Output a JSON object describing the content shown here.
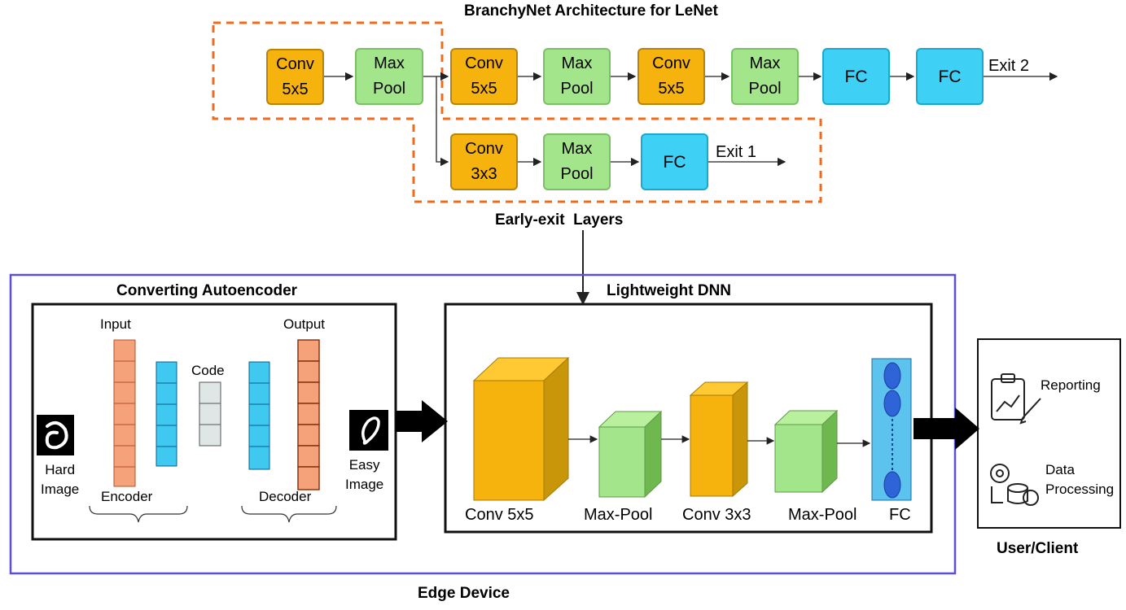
{
  "branchynet": {
    "title": "BranchyNet Architecture for LeNet",
    "main_path": [
      {
        "kind": "conv",
        "label": "Conv\n5x5"
      },
      {
        "kind": "pool",
        "label": "Max\nPool"
      },
      {
        "kind": "conv",
        "label": "Conv\n5x5"
      },
      {
        "kind": "pool",
        "label": "Max\nPool"
      },
      {
        "kind": "conv",
        "label": "Conv\n5x5"
      },
      {
        "kind": "pool",
        "label": "Max\nPool"
      },
      {
        "kind": "fc",
        "label": "FC"
      },
      {
        "kind": "fc",
        "label": "FC"
      }
    ],
    "exit2_label": "Exit 2",
    "branch_path": [
      {
        "kind": "conv",
        "label": "Conv\n3x3"
      },
      {
        "kind": "pool",
        "label": "Max\nPool"
      },
      {
        "kind": "fc",
        "label": "FC"
      }
    ],
    "exit1_label": "Exit 1",
    "early_exit_label": "Early-exit  Layers"
  },
  "edge_device": {
    "label": "Edge Device",
    "autoencoder": {
      "title": "Converting Autoencoder",
      "input_label": "Input",
      "output_label": "Output",
      "code_label": "Code",
      "encoder_label": "Encoder",
      "decoder_label": "Decoder",
      "hard_image_label": "Hard\nImage",
      "easy_image_label": "Easy\nImage"
    },
    "dnn": {
      "title": "Lightweight DNN",
      "layers": [
        "Conv 5x5",
        "Max-Pool",
        "Conv 3x3",
        "Max-Pool",
        "FC"
      ]
    }
  },
  "client": {
    "label": "User/Client",
    "items": [
      "Reporting",
      "Data\nProcessing"
    ]
  },
  "colors": {
    "conv": "#f6b30e",
    "pool": "#a3e58a",
    "fc": "#3fd0f5",
    "dashed_border": "#f26b1d",
    "edge_border": "#5b4fd6",
    "encoder_cells": "#f5a27a",
    "latent_cells": "#3fc8f0"
  }
}
